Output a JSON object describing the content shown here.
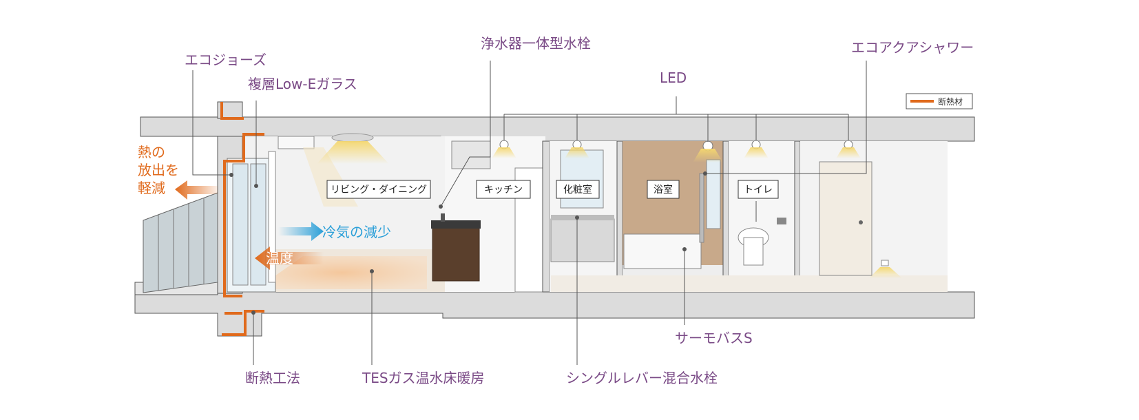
{
  "callouts": {
    "eco_jozu": "エコジョーズ",
    "low_e_glass": "複層Low-Eガラス",
    "water_faucet": "浄水器一体型水栓",
    "led": "LED",
    "eco_aqua_shower": "エコアクアシャワー",
    "thermo_bath": "サーモバスS",
    "insulation_method": "断熱工法",
    "tes_floor_heating": "TESガス温水床暖房",
    "single_lever_faucet": "シングルレバー混合水栓"
  },
  "heat_effects": {
    "heat_release_line1": "熱の",
    "heat_release_line2": "放出を",
    "heat_release_line3": "軽減",
    "cold_air": "冷気の減少",
    "temperature": "温度"
  },
  "rooms": {
    "living": "リビング・ダイニング",
    "kitchen": "キッチン",
    "powder_room": "化粧室",
    "bathroom": "浴室",
    "toilet": "トイレ"
  },
  "legend": {
    "insulation": "断熱材",
    "insulation_color": "#e06a1c"
  },
  "colors": {
    "callout_text": "#7a4a86",
    "heat_orange": "#e06a1c",
    "cold_blue": "#2a9fd8",
    "led_glow": "#f5d76e",
    "bath_wall": "#c8a98a",
    "floor_heating": "#f2c9a0"
  }
}
